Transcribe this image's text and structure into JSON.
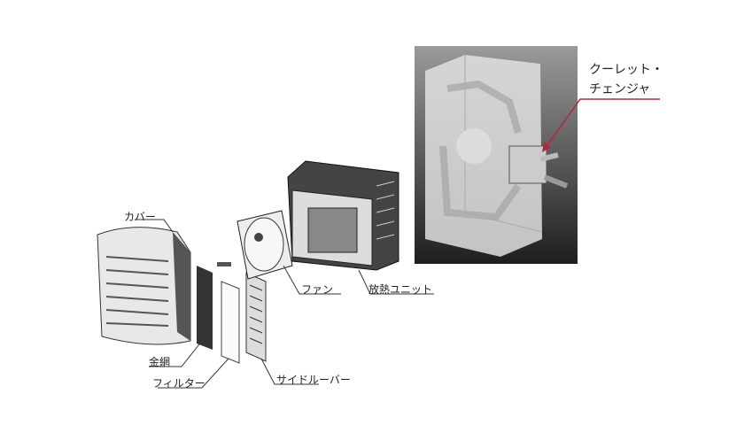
{
  "labels": {
    "cover": "カバー",
    "mesh": "金網",
    "filter": "フィルター",
    "side_louver": "サイドルーバー",
    "fan": "ファン",
    "heat_unit": "放熱ユニット",
    "cooler_line1": "クーレット・",
    "cooler_line2": "チェンジャ"
  },
  "colors": {
    "panel_dark": "#2a2a2a",
    "pointer": "#b0283a"
  }
}
